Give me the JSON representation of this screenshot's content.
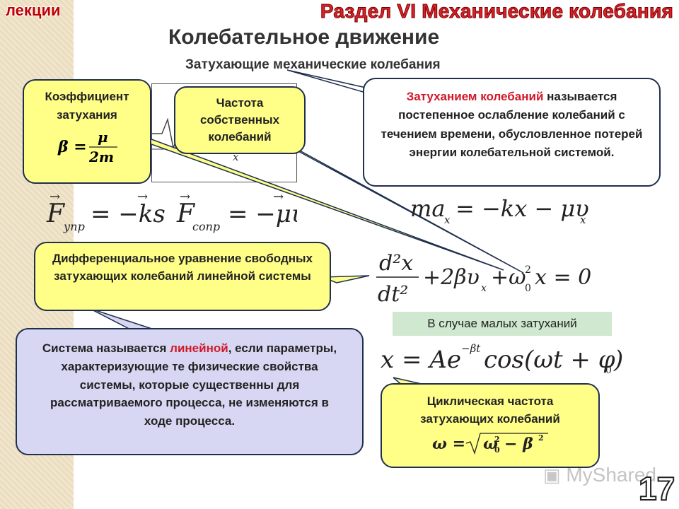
{
  "header": {
    "lectures": "лекции",
    "section": "Раздел VI Механические колебания",
    "title": "Колебательное движение",
    "subtitle": "Затухающие механические колебания"
  },
  "callouts": {
    "damping_coeff": "Коэффициент затухания",
    "natural_freq": "Частота собственных колебаний",
    "definition_term": "Затуханием колебаний",
    "definition_rest": " называется постепенное ослабление колебаний с течением времени, обусловленное потерей энергии колебательной системой.",
    "diff_eq": "Дифференциальное уравнение свободных затухающих колебаний линейной системы",
    "linear_before": "Система называется ",
    "linear_term": "линейной",
    "linear_after": ", если параметры, характеризующие те физические свойства системы, которые существенны для рассматриваемого процесса, не изменяются в ходе процесса.",
    "small_damping": "В случае малых затуханий",
    "cyclic_freq": "Циклическая частота затухающих колебаний"
  },
  "diagram": {
    "axis_label": "x"
  },
  "footer": {
    "watermark": "MyShared",
    "page": "17"
  },
  "colors": {
    "callout_yellow": "#ffff88",
    "definition_red": "#d0182a",
    "section_red": "#d9222a",
    "linear_box": "#d7d7f3",
    "note_green": "#cfe8cf"
  }
}
